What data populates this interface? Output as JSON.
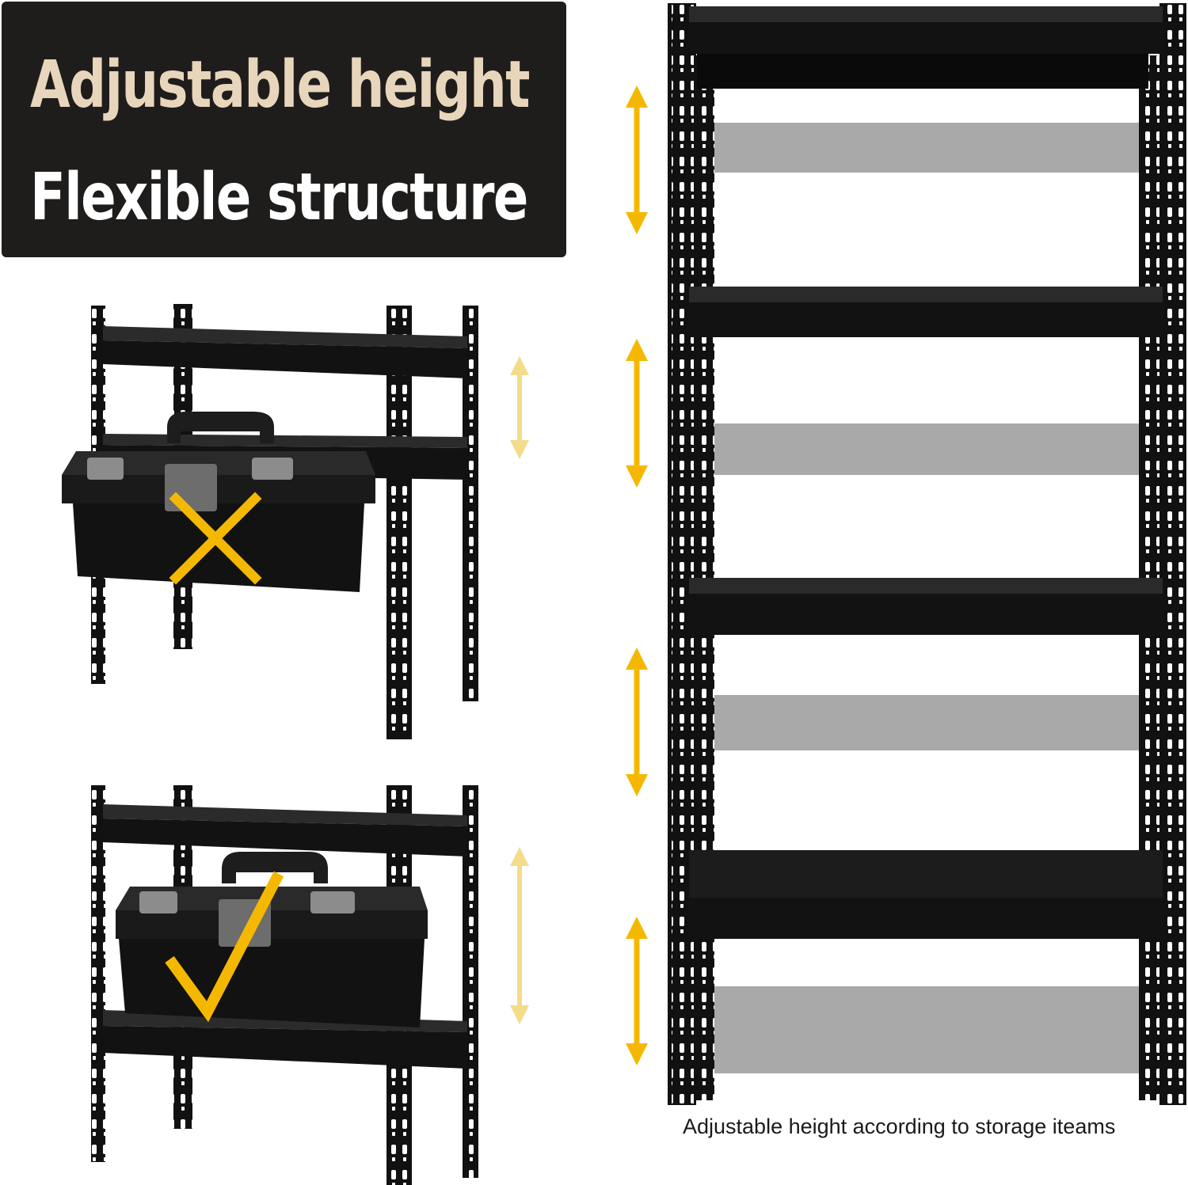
{
  "banner": {
    "line1": "Adjustable height",
    "line2": "Flexible structure"
  },
  "caption": "Adjustable height according to storage iteams",
  "colors": {
    "banner_bg": "#1f1d1c",
    "line1_text": "#e8d6bc",
    "line2_text": "#ffffff",
    "arrow_accent": "#f5b800",
    "arrow_light": "#f3dc8a",
    "mark_accent": "#f5b800",
    "shelf_metal": "#111111",
    "ghost_shelf": "#9a9a9a"
  },
  "icons": {
    "wrong_mark": "cross-icon",
    "right_mark": "check-icon",
    "height_arrow": "double-arrow-icon"
  }
}
